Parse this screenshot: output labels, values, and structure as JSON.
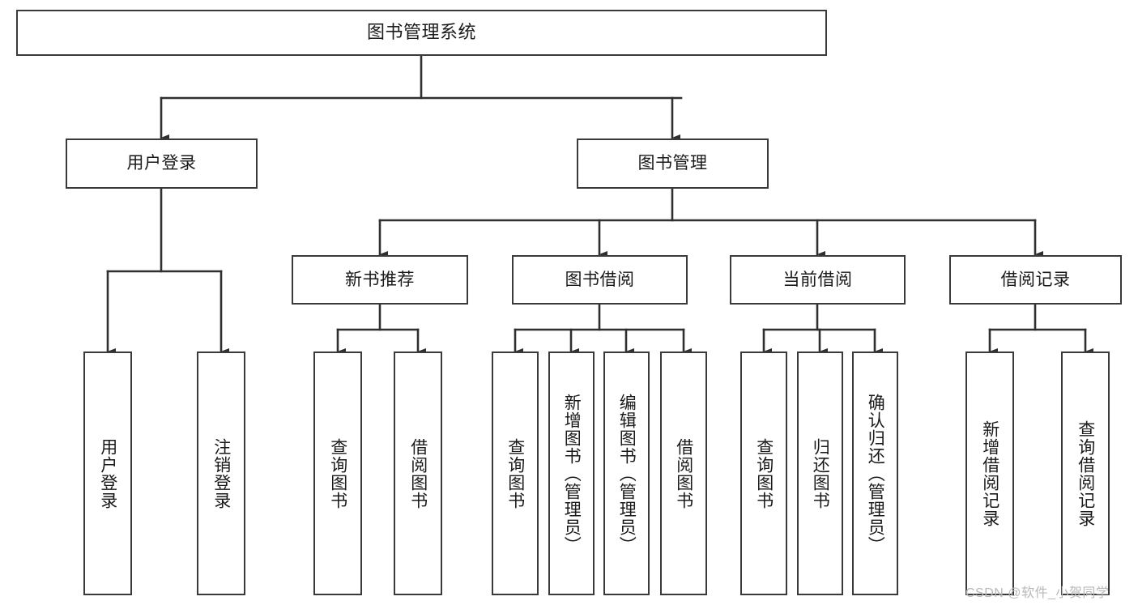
{
  "diagram": {
    "type": "tree-hierarchy",
    "title": "图书管理系统",
    "orientation": "top-down",
    "colors": {
      "box_border": "#3a3a3a",
      "box_fill": "#ffffff",
      "edge": "#2f2f2f",
      "text": "#1a1a1a",
      "watermark": "#b9b9b9",
      "canvas": "#ffffff"
    },
    "nodes": {
      "root": {
        "label": "图书管理系统",
        "level": 1
      },
      "user_login": {
        "label": "用户登录",
        "level": 2
      },
      "book_manage": {
        "label": "图书管理",
        "level": 2
      },
      "new_book_rec": {
        "label": "新书推荐",
        "level": 3
      },
      "book_borrow": {
        "label": "图书借阅",
        "level": 3
      },
      "current_borrow": {
        "label": "当前借阅",
        "level": 3
      },
      "borrow_record": {
        "label": "借阅记录",
        "level": 3
      },
      "leaf_user_login": {
        "label": "用户登录",
        "level": 4
      },
      "leaf_user_logout": {
        "label": "注销登录",
        "level": 4
      },
      "leaf_rec_query_book": {
        "label": "查询图书",
        "level": 4
      },
      "leaf_rec_borrow_book": {
        "label": "借阅图书",
        "level": 4
      },
      "leaf_borrow_query_book": {
        "label": "查询图书",
        "level": 4
      },
      "leaf_borrow_add_book": {
        "label": "新增图书（管理员）",
        "level": 4
      },
      "leaf_borrow_edit_book": {
        "label": "编辑图书（管理员）",
        "level": 4
      },
      "leaf_borrow_borrow_book": {
        "label": "借阅图书",
        "level": 4
      },
      "leaf_cur_query_book": {
        "label": "查询图书",
        "level": 4
      },
      "leaf_cur_return_book": {
        "label": "归还图书",
        "level": 4
      },
      "leaf_cur_confirm_return": {
        "label": "确认归还（管理员）",
        "level": 4
      },
      "leaf_rec_add_record": {
        "label": "新增借阅记录",
        "level": 4
      },
      "leaf_rec_query_record": {
        "label": "查询借阅记录",
        "level": 4
      }
    },
    "edges": [
      {
        "from": "root",
        "to": "user_login"
      },
      {
        "from": "root",
        "to": "book_manage"
      },
      {
        "from": "user_login",
        "to": "leaf_user_login"
      },
      {
        "from": "user_login",
        "to": "leaf_user_logout"
      },
      {
        "from": "book_manage",
        "to": "new_book_rec"
      },
      {
        "from": "book_manage",
        "to": "book_borrow"
      },
      {
        "from": "book_manage",
        "to": "current_borrow"
      },
      {
        "from": "book_manage",
        "to": "borrow_record"
      },
      {
        "from": "new_book_rec",
        "to": "leaf_rec_query_book"
      },
      {
        "from": "new_book_rec",
        "to": "leaf_rec_borrow_book"
      },
      {
        "from": "book_borrow",
        "to": "leaf_borrow_query_book"
      },
      {
        "from": "book_borrow",
        "to": "leaf_borrow_add_book"
      },
      {
        "from": "book_borrow",
        "to": "leaf_borrow_edit_book"
      },
      {
        "from": "book_borrow",
        "to": "leaf_borrow_borrow_book"
      },
      {
        "from": "current_borrow",
        "to": "leaf_cur_query_book"
      },
      {
        "from": "current_borrow",
        "to": "leaf_cur_return_book"
      },
      {
        "from": "current_borrow",
        "to": "leaf_cur_confirm_return"
      },
      {
        "from": "borrow_record",
        "to": "leaf_rec_add_record"
      },
      {
        "from": "borrow_record",
        "to": "leaf_rec_query_record"
      }
    ],
    "watermark": "CSDN @软件_小贺同学"
  }
}
